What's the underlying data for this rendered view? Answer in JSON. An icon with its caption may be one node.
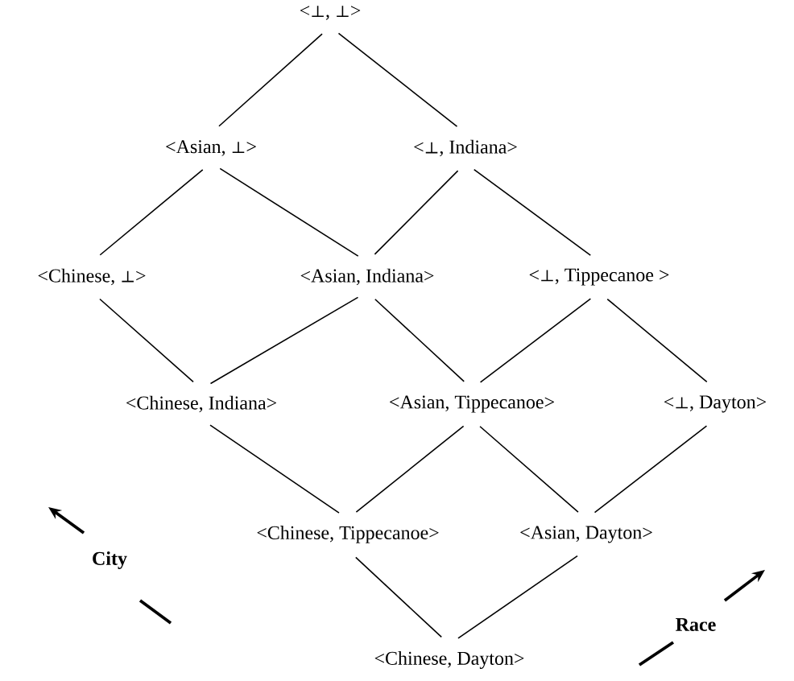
{
  "diagram": {
    "nodes": [
      {
        "text": [
          "<⊥, ⊥>"
        ]
      },
      {
        "text": [
          "<Asian, ⊥>"
        ]
      },
      {
        "text": [
          "<⊥, Indiana>"
        ]
      },
      {
        "text": [
          "<Chinese, ⊥>"
        ]
      },
      {
        "text": [
          "<Asian, Indiana>"
        ]
      },
      {
        "text": [
          "<⊥, Tippecanoe >"
        ]
      },
      {
        "text": [
          "<Chinese, Indiana>"
        ]
      },
      {
        "text": [
          "<Asian, Tippecanoe>"
        ]
      },
      {
        "text": [
          "<⊥, Dayton>"
        ]
      },
      {
        "text": [
          "<Chinese, Tippecanoe>"
        ]
      },
      {
        "text": [
          "<Asian, Dayton>"
        ]
      },
      {
        "text": [
          "<Chinese, Dayton>"
        ]
      }
    ],
    "edges": [
      {
        "from": 0,
        "to": 1,
        "arrow": "none"
      },
      {
        "from": 0,
        "to": 2,
        "arrow": "none"
      },
      {
        "from": 1,
        "to": 3,
        "arrow": "none"
      },
      {
        "from": 1,
        "to": 4,
        "arrow": "none"
      },
      {
        "from": 2,
        "to": 4,
        "arrow": "none"
      },
      {
        "from": 2,
        "to": 5,
        "arrow": "none"
      },
      {
        "from": 3,
        "to": 6,
        "arrow": "none"
      },
      {
        "from": 4,
        "to": 6,
        "arrow": "none"
      },
      {
        "from": 4,
        "to": 7,
        "arrow": "none"
      },
      {
        "from": 5,
        "to": 7,
        "arrow": "none"
      },
      {
        "from": 5,
        "to": 8,
        "arrow": "none"
      },
      {
        "from": 6,
        "to": 9,
        "arrow": "none"
      },
      {
        "from": 7,
        "to": 9,
        "arrow": "none"
      },
      {
        "from": 7,
        "to": 10,
        "arrow": "none"
      },
      {
        "from": 8,
        "to": 10,
        "arrow": "none"
      },
      {
        "from": 9,
        "to": 11,
        "arrow": "none"
      },
      {
        "from": 10,
        "to": 11,
        "arrow": "none"
      }
    ],
    "labels": [
      "City",
      "Race"
    ]
  }
}
